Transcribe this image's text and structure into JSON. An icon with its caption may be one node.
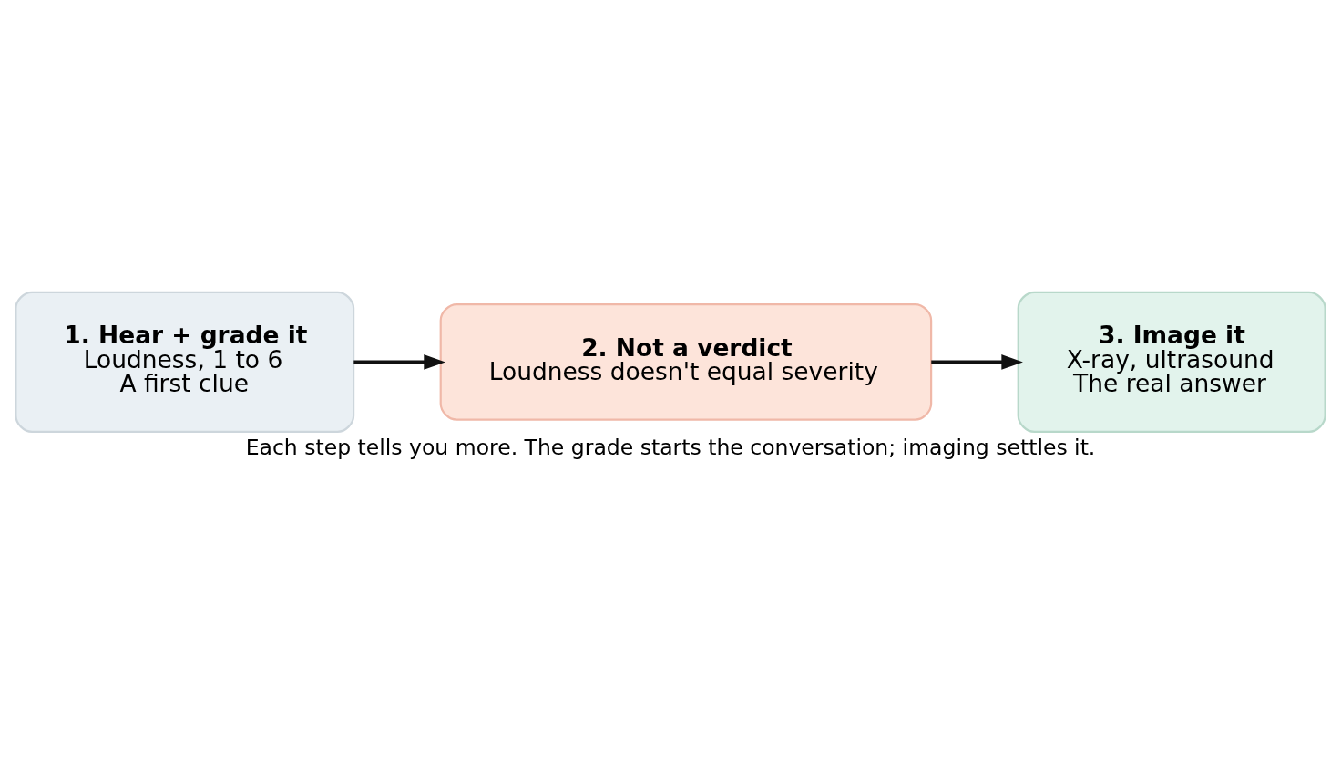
{
  "diagram": {
    "caption": "Each step tells you more. The grade starts the conversation; imaging settles it.",
    "nodes": [
      {
        "text": [
          "1. Hear + grade it",
          "Loudness, 1 to 6",
          "A first clue"
        ]
      },
      {
        "text": [
          "2. Not a verdict",
          "Loudness doesn't equal severity"
        ]
      },
      {
        "text": [
          "3. Image it",
          "X-ray, ultrasound",
          "The real answer"
        ]
      }
    ],
    "edges": [
      {
        "from": 0,
        "to": 1,
        "arrow": "to"
      },
      {
        "from": 1,
        "to": 2,
        "arrow": "to"
      }
    ]
  }
}
